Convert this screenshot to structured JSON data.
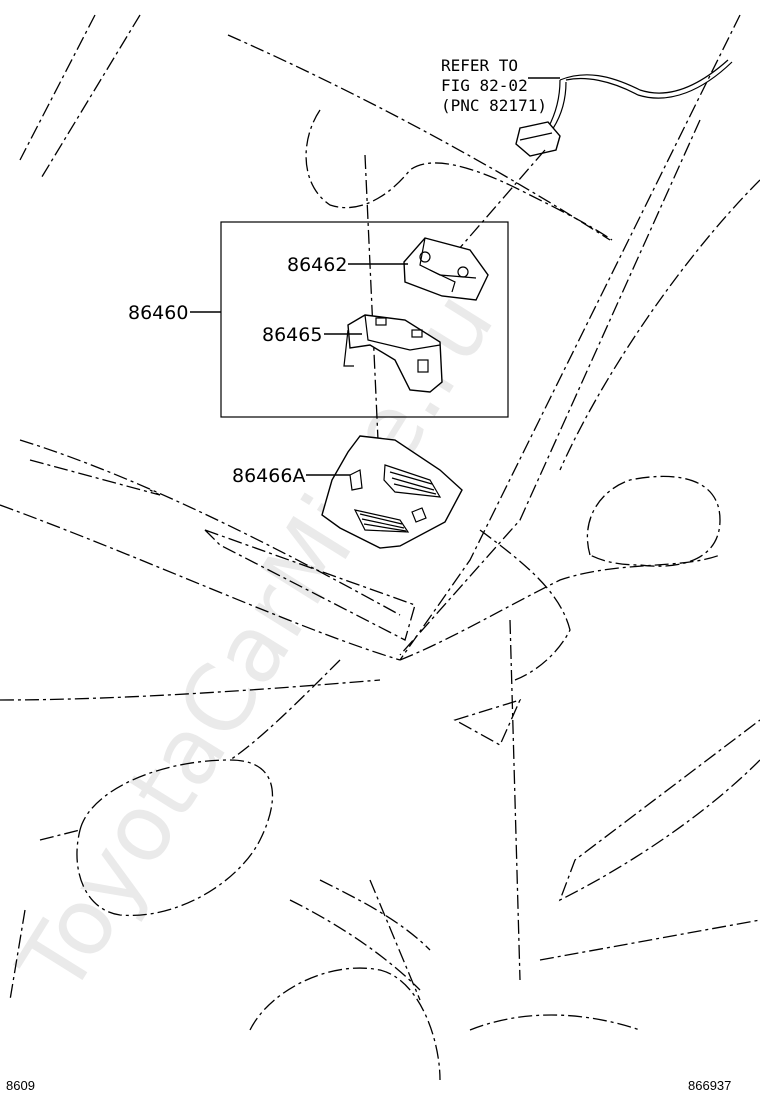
{
  "diagram": {
    "reference": {
      "line1": "REFER TO",
      "line2": "FIG 82-02",
      "line3": "(PNC 82171)"
    },
    "parts": {
      "p86460": "86460",
      "p86462": "86462",
      "p86465": "86465",
      "p86466A": "86466A"
    },
    "watermark": "ToyotaCarMine.ru",
    "figure_code": "8609",
    "illustration_number": "866937"
  }
}
